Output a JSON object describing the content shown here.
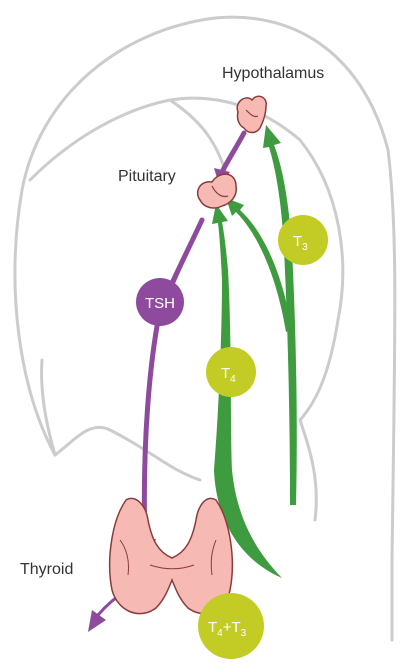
{
  "labels": {
    "hypothalamus": "Hypothalamus",
    "pituitary": "Pituitary",
    "thyroid": "Thyroid"
  },
  "badges": {
    "tsh": "TSH",
    "t3": {
      "main": "T",
      "sub": "3"
    },
    "t4": {
      "main": "T",
      "sub": "4"
    },
    "t4_t3": {
      "a": "T",
      "a_sub": "4",
      "plus": "+",
      "b": "T",
      "b_sub": "3"
    }
  },
  "colors": {
    "head_outline": "#cccccc",
    "organ_fill": "#f6b9b4",
    "organ_stroke": "#8a3c3c",
    "tsh_purple": "#8e4b9e",
    "hormone_green": "#3f9b3f",
    "badge_olive": "#c3cc25"
  }
}
